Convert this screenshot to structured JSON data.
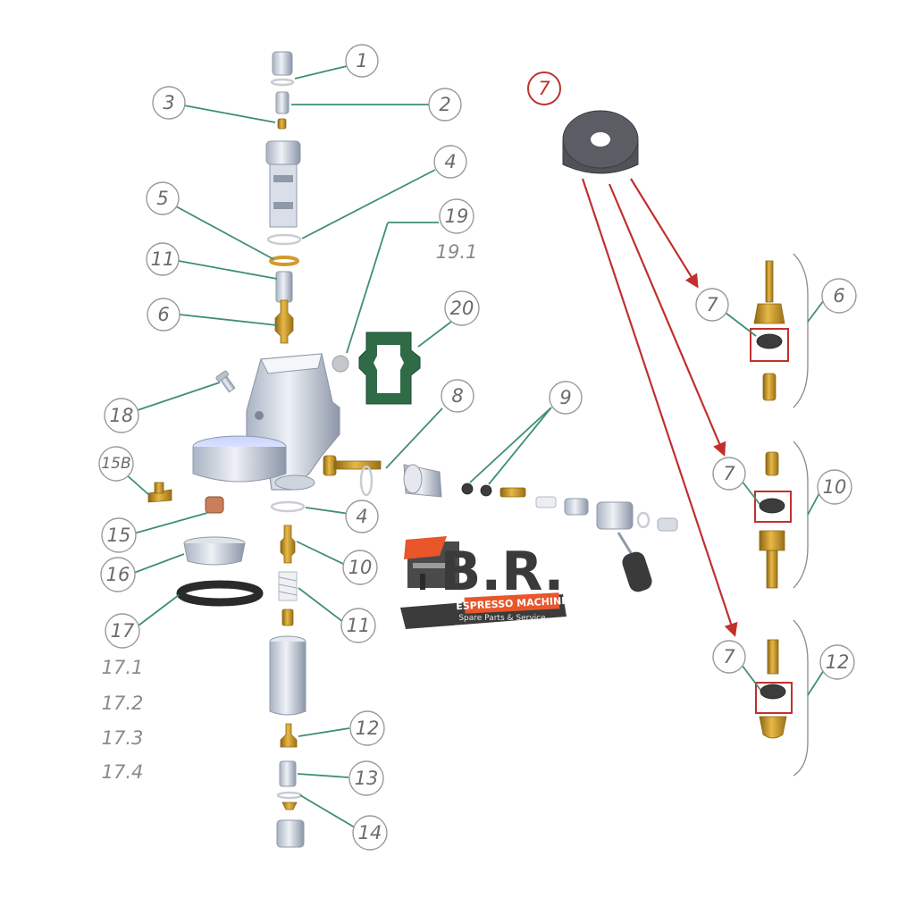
{
  "callouts": {
    "c1": "1",
    "c2": "2",
    "c3": "3",
    "c4a": "4",
    "c5": "5",
    "c11a": "11",
    "c6": "6",
    "c19": "19",
    "c19_1": "19.1",
    "c20": "20",
    "c18": "18",
    "c8": "8",
    "c9": "9",
    "c15b": "15B",
    "c4b": "4",
    "c15": "15",
    "c10": "10",
    "c16": "16",
    "c11b": "11",
    "c17": "17",
    "c17_1": "17.1",
    "c17_2": "17.2",
    "c17_3": "17.3",
    "c17_4": "17.4",
    "c12": "12",
    "c13": "13",
    "c14": "14"
  },
  "detail": {
    "highlight_label": "7",
    "highlight_color": "#c0312c",
    "groups": [
      {
        "part": "7",
        "assembly": "6"
      },
      {
        "part": "7",
        "assembly": "10"
      },
      {
        "part": "7",
        "assembly": "12"
      }
    ]
  },
  "logo": {
    "letters": "B.R.",
    "banner": "ESPRESSO MACHINE",
    "tagline": "Spare Parts & Service",
    "accent": "#e8562a"
  },
  "colors": {
    "leader": "#3f8f74",
    "gasket_green": "#2f6b47",
    "brass": "#c9951f",
    "rubber": "#3c3c3c"
  }
}
